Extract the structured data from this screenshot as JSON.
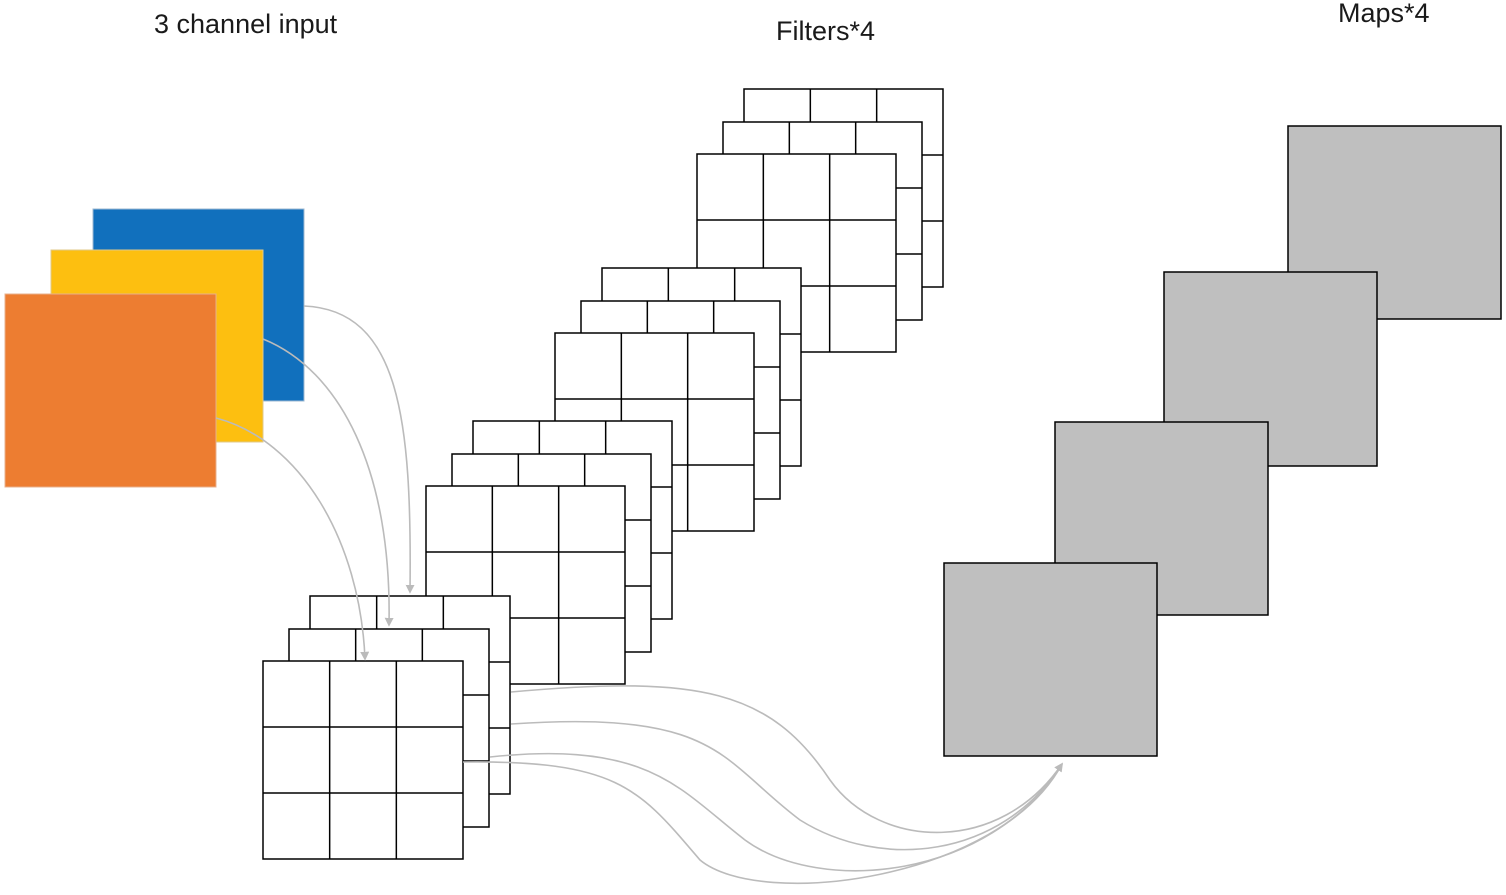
{
  "labels": {
    "input": "3 channel input",
    "filters": "Filters*4",
    "maps": "Maps*4"
  },
  "colors": {
    "channel_blue": "#1170BD",
    "channel_yellow": "#FDBF10",
    "channel_orange": "#ED7D31",
    "map_fill": "#BFBFBF",
    "arrow": "#BBBBBB",
    "grid_line": "#000000"
  },
  "structure": {
    "input_channels": 3,
    "filter_count": 4,
    "filter_depth": 3,
    "kernel_grid": "3x3",
    "map_count": 4
  }
}
